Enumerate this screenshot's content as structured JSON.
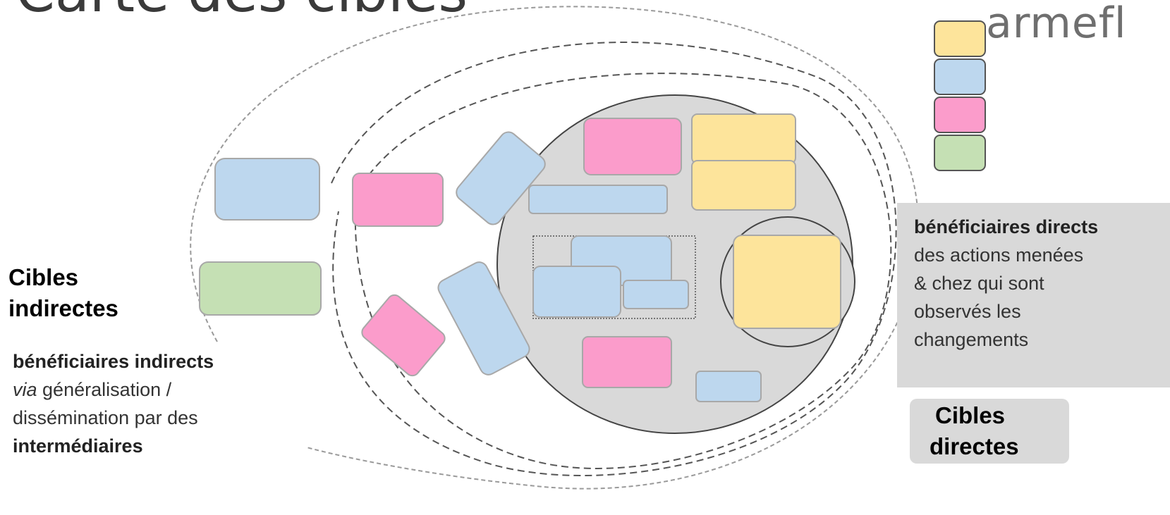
{
  "title": "Carte des cibles",
  "logo": "armefl",
  "indirect": {
    "heading_line1": "Cibles",
    "heading_line2": "indirectes",
    "desc_bold": "bénéficiaires indirects",
    "desc_via": "via",
    "desc_line2_rest": "généralisation /",
    "desc_line3": "dissémination par des",
    "desc_line4_bold": "intermédiaires"
  },
  "direct": {
    "desc_bold": "bénéficiaires directs",
    "desc_line2": "des actions menées",
    "desc_line3": "& chez qui sont",
    "desc_line4": "observés les",
    "desc_line5": "changements",
    "heading_line1": "Cibles",
    "heading_line2": "directes"
  },
  "colors": {
    "yellow": "#fde49b",
    "blue": "#bdd7ee",
    "pink": "#fb9ccb",
    "green": "#c5e0b4",
    "core_fill": "#d9d9d9",
    "panel_fill": "#d9d9d9"
  }
}
